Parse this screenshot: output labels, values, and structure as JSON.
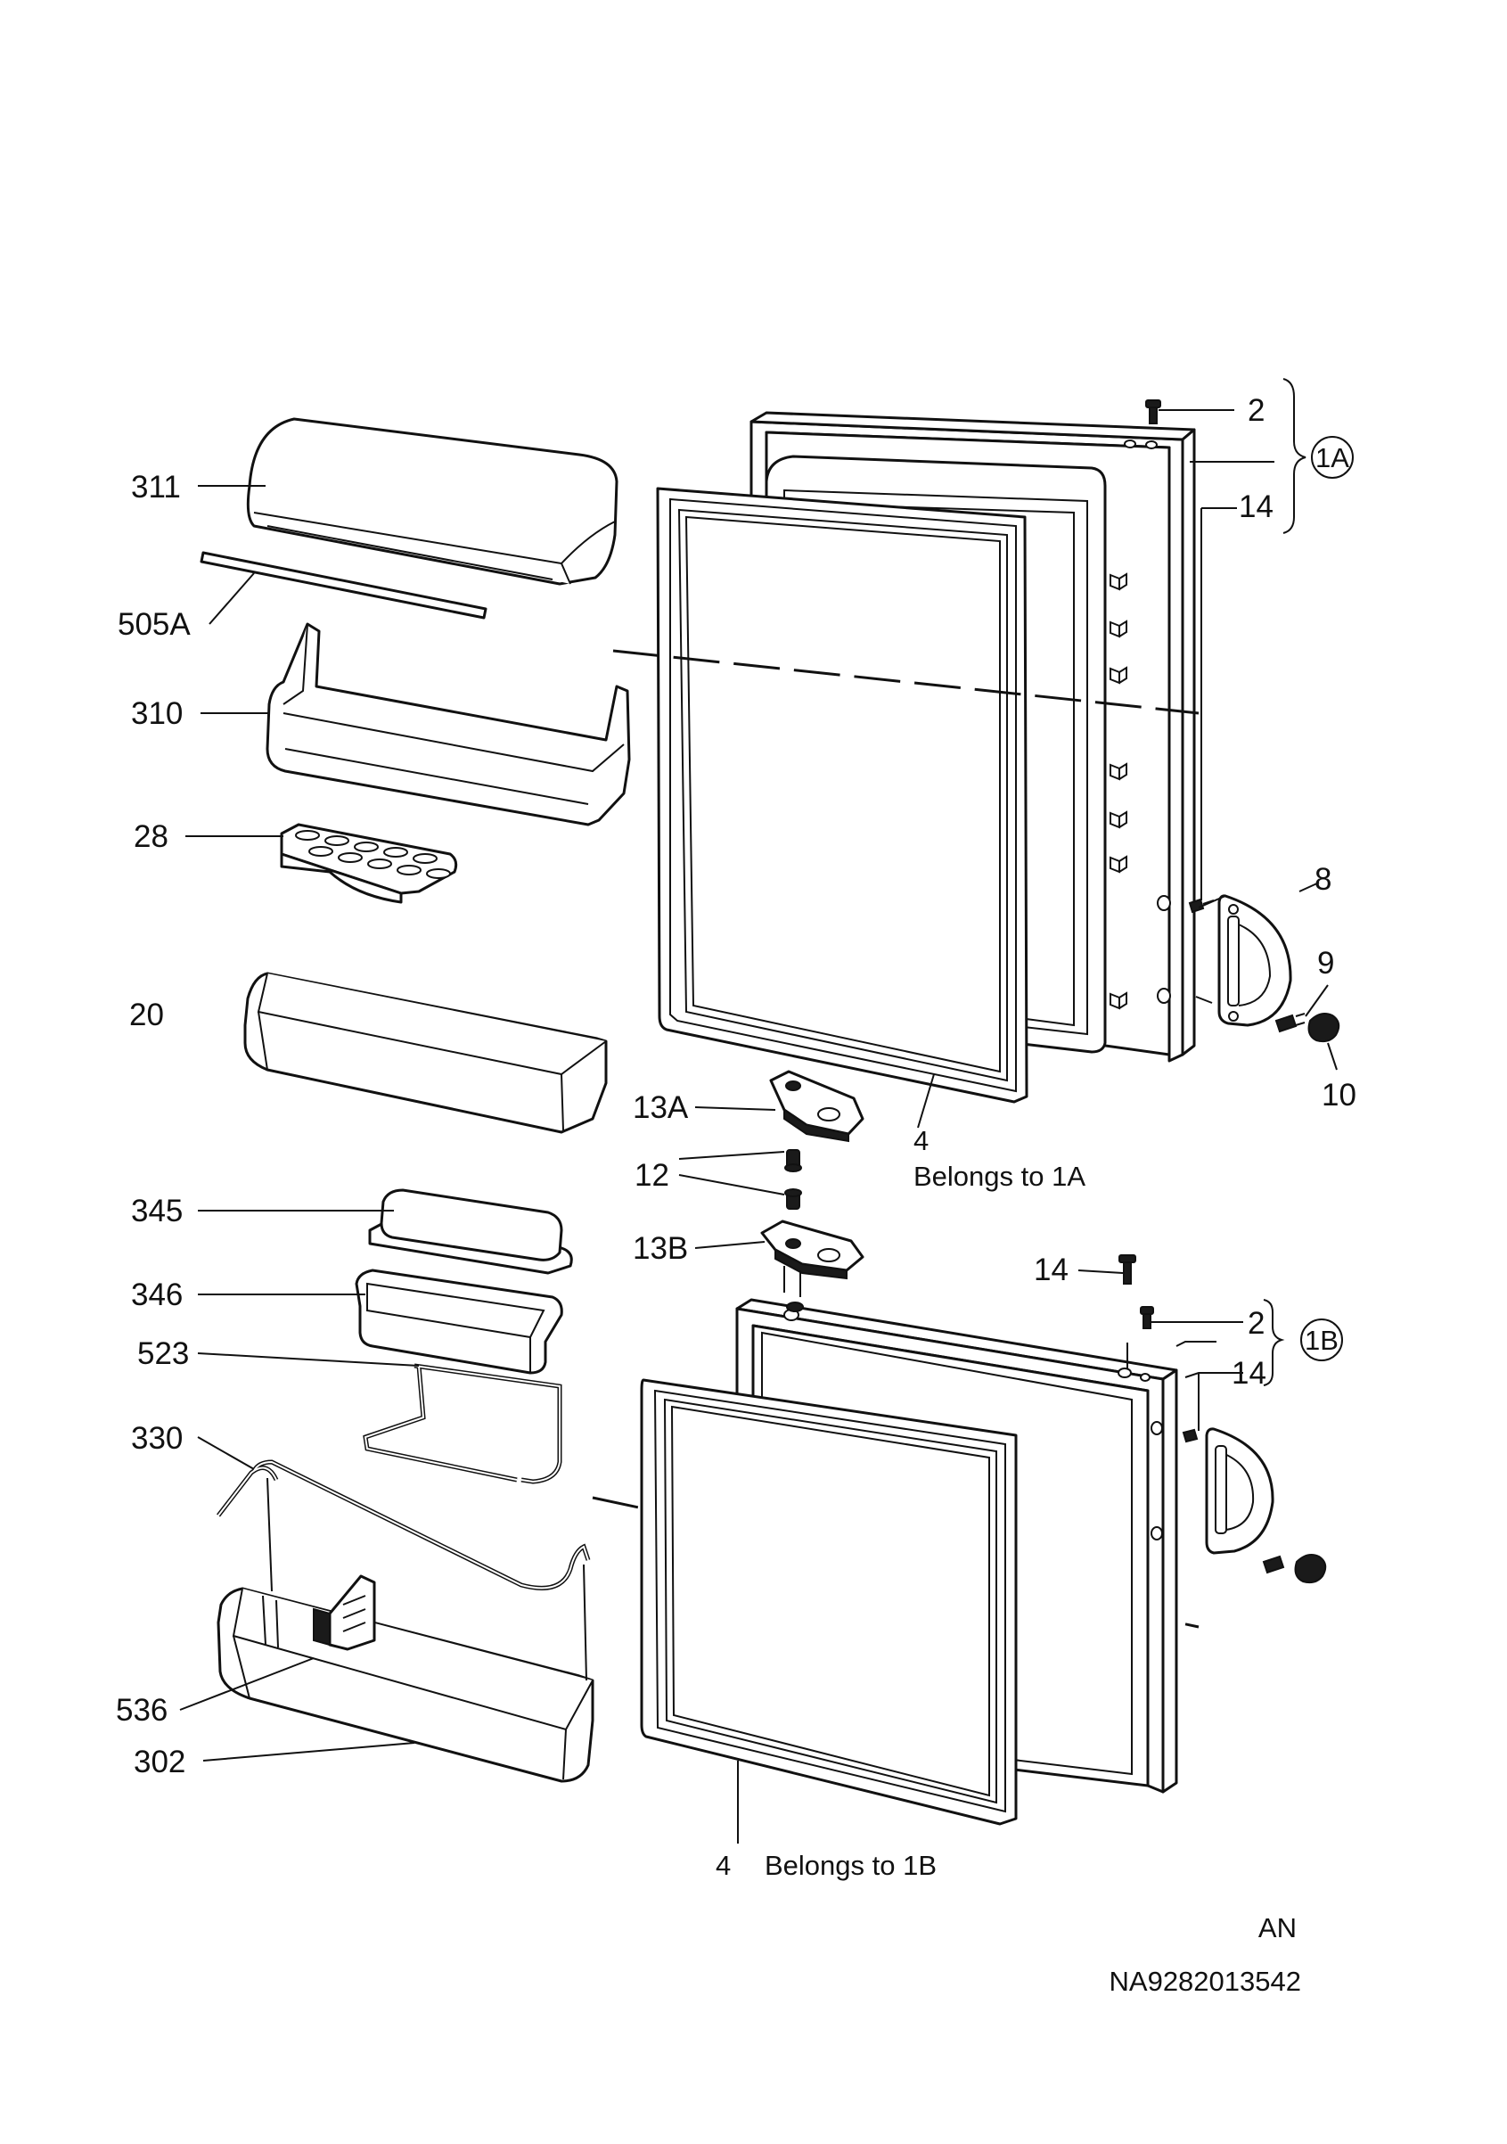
{
  "diagram": {
    "part_labels": {
      "p311": "311",
      "p505a": "505A",
      "p310": "310",
      "p28": "28",
      "p20": "20",
      "p345": "345",
      "p346": "346",
      "p523": "523",
      "p330": "330",
      "p536": "536",
      "p302": "302",
      "p13a": "13A",
      "p12": "12",
      "p13b": "13B",
      "p2_top": "2",
      "p14_top": "14",
      "p8": "8",
      "p9": "9",
      "p10": "10",
      "p14_mid": "14",
      "p2_bottom": "2",
      "p14_bottom": "14"
    },
    "assembly_labels": {
      "a1a": "1A",
      "a1b": "1B"
    },
    "notes": {
      "gasket_a_number": "4",
      "gasket_a_text": "Belongs to 1A",
      "gasket_b_number": "4",
      "gasket_b_text": "Belongs to 1B"
    },
    "footer": {
      "code": "AN",
      "drawing_number": "NA9282013542"
    }
  }
}
